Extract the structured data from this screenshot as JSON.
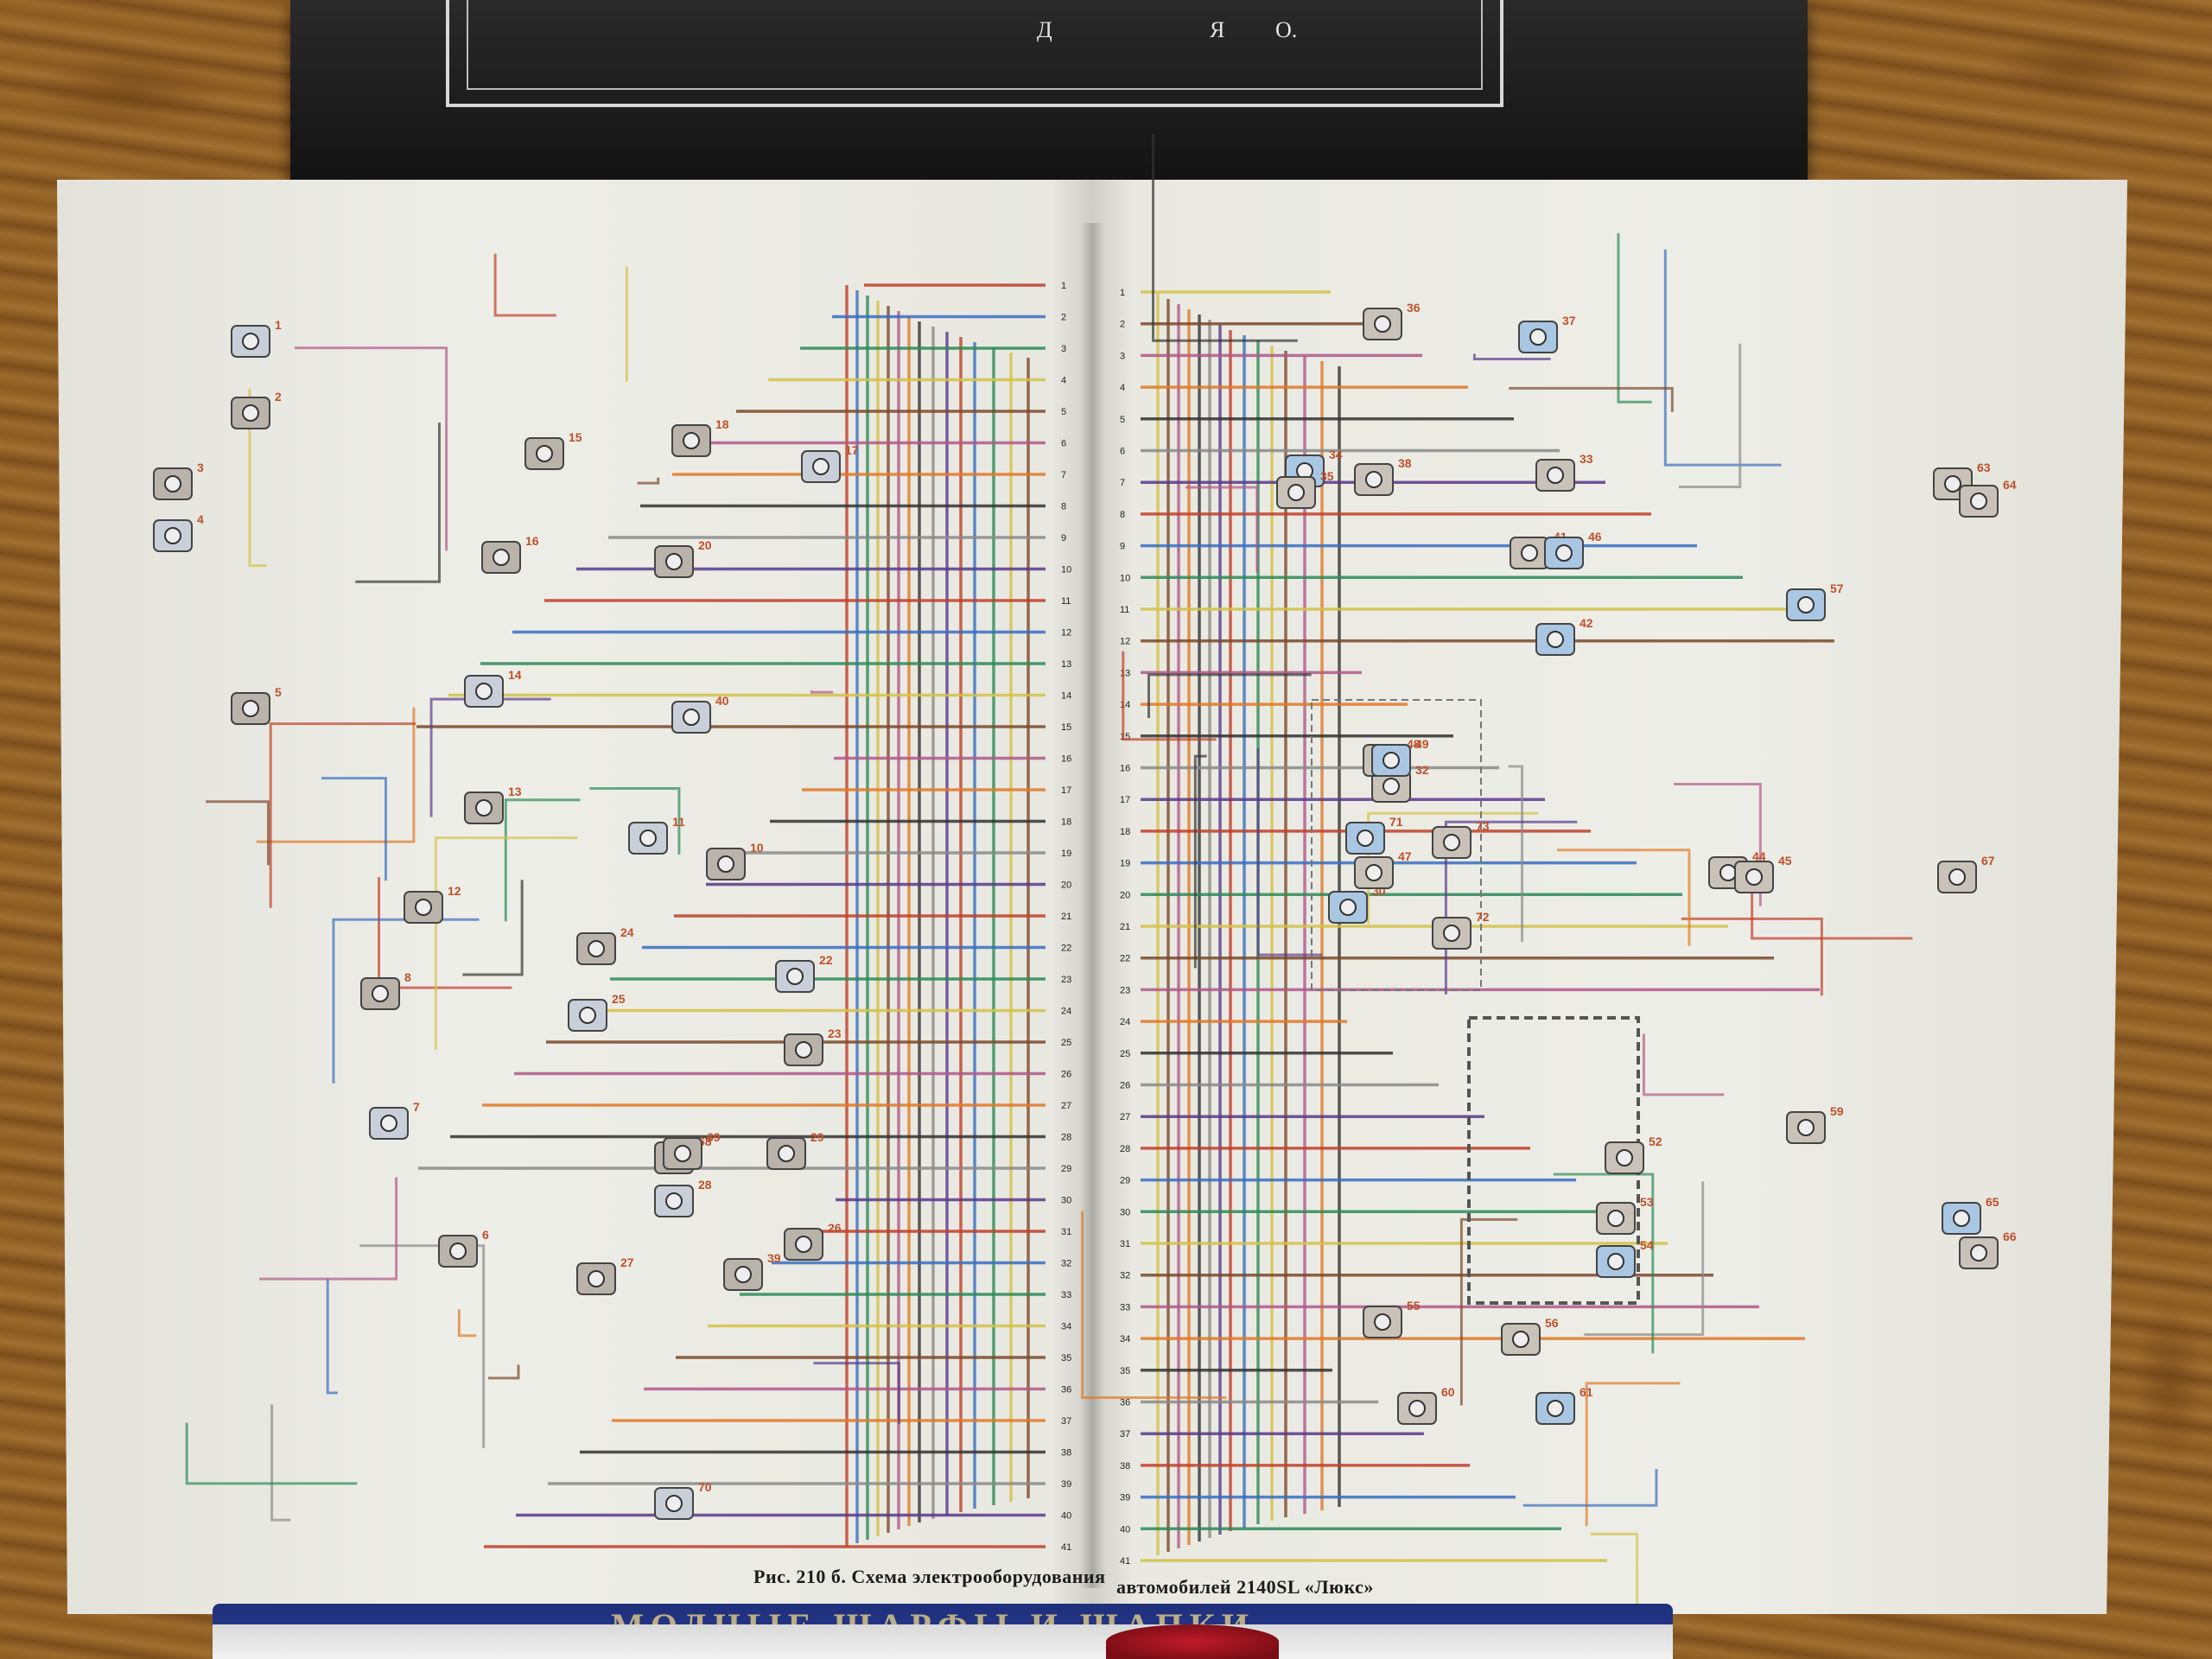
{
  "scene": {
    "description_colors": {
      "wood": "#8a5a22",
      "page": "#eeeee8",
      "book_top": "#141414",
      "book_bottom": "#2b3e95"
    }
  },
  "book_top": {
    "spine_letters": [
      "Д",
      "Я",
      "О."
    ]
  },
  "caption": {
    "left": "Рис. 210 б. Схема электрооборудования",
    "right": "автомобилей 2140SL «Люкс»"
  },
  "book_bottom": {
    "title": "МОДНЫЕ ШАРФЫ И ШАПКИ"
  },
  "wire_colors": [
    "#c0402a",
    "#3a6fc0",
    "#2e8b57",
    "#d4c24a",
    "#7b4a2a",
    "#b05a8a",
    "#e07a2a",
    "#333333",
    "#8a8a8a",
    "#5a3a8a"
  ],
  "left_terminal_numbers": [
    "1",
    "2",
    "3",
    "4",
    "5",
    "6",
    "7",
    "8",
    "9",
    "10",
    "11",
    "12",
    "13",
    "14",
    "15",
    "16",
    "17",
    "18",
    "19",
    "20",
    "21",
    "22",
    "23",
    "24",
    "25",
    "26",
    "27",
    "28",
    "29",
    "30",
    "31",
    "32",
    "33",
    "34",
    "35",
    "36",
    "37",
    "38",
    "39",
    "40",
    "41"
  ],
  "right_terminal_numbers": [
    "1",
    "2",
    "3",
    "4",
    "5",
    "6",
    "7",
    "8",
    "9",
    "10",
    "11",
    "12",
    "13",
    "14",
    "15",
    "16",
    "17",
    "18",
    "19",
    "20",
    "21",
    "22",
    "23",
    "24",
    "25",
    "26",
    "27",
    "28",
    "29",
    "30",
    "31",
    "32",
    "33",
    "34",
    "35",
    "36",
    "37",
    "38",
    "39",
    "40",
    "41"
  ],
  "left_components": [
    "1",
    "2",
    "3",
    "4",
    "5",
    "6",
    "7",
    "8",
    "10",
    "11",
    "12",
    "13",
    "14",
    "15",
    "16",
    "17",
    "18",
    "20",
    "22",
    "23",
    "24",
    "25",
    "26",
    "27",
    "28",
    "29",
    "39",
    "40",
    "68",
    "69",
    "70"
  ],
  "right_components": [
    "30",
    "32",
    "33",
    "34",
    "35",
    "36",
    "37",
    "38",
    "41",
    "42",
    "44",
    "45",
    "46",
    "47",
    "48",
    "49",
    "52",
    "53",
    "54",
    "55",
    "56",
    "57",
    "59",
    "60",
    "61",
    "63",
    "64",
    "65",
    "66",
    "67",
    "71",
    "72",
    "73"
  ]
}
